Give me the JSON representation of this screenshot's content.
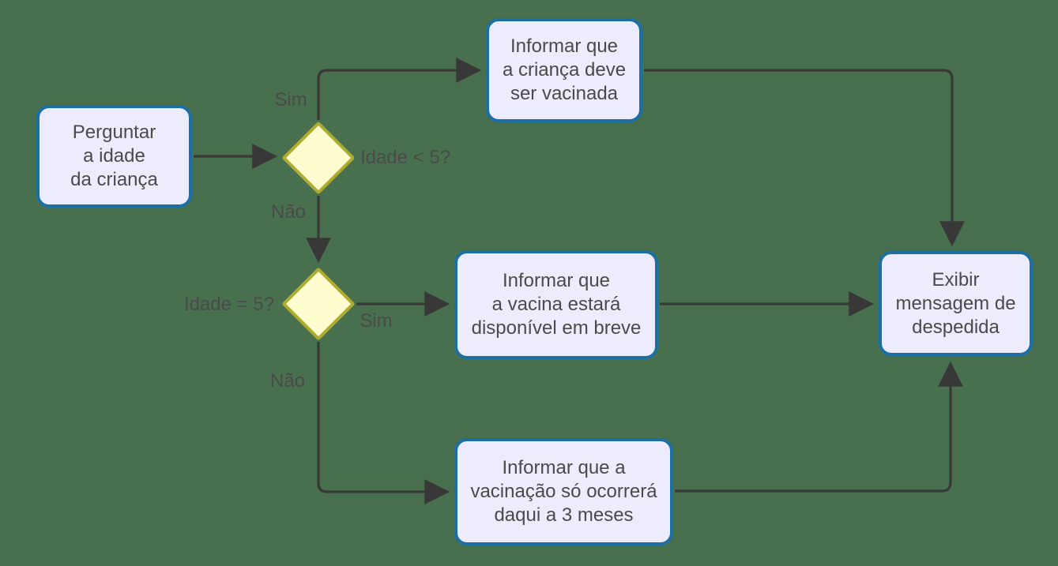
{
  "colors": {
    "background": "#48704F",
    "node-fill": "#ECECFC",
    "node-border": "#1B6FA3",
    "diamond-fill": "#FDFDD0",
    "diamond-border": "#AEAC30",
    "line-color": "#383838",
    "text-color": "#4A4A4A"
  },
  "nodes": {
    "start": {
      "text": "Perguntar\na idade\nda criança"
    },
    "vaccinate_now": {
      "text": "Informar que\na criança deve\nser vacinada"
    },
    "available_soon": {
      "text": "Informar que\na vacina estará\ndisponível em breve"
    },
    "three_months": {
      "text": "Informar que a\nvacinação só ocorrerá\ndaqui a 3 meses"
    },
    "goodbye": {
      "text": "Exibir\nmensagem de\ndespedida"
    }
  },
  "decisions": {
    "age_lt_5": {
      "label": "Idade < 5?"
    },
    "age_eq_5": {
      "label": "Idade = 5?"
    }
  },
  "edge_labels": {
    "lt5_yes": "Sim",
    "lt5_no": "Não",
    "eq5_yes": "Sim",
    "eq5_no": "Não"
  }
}
